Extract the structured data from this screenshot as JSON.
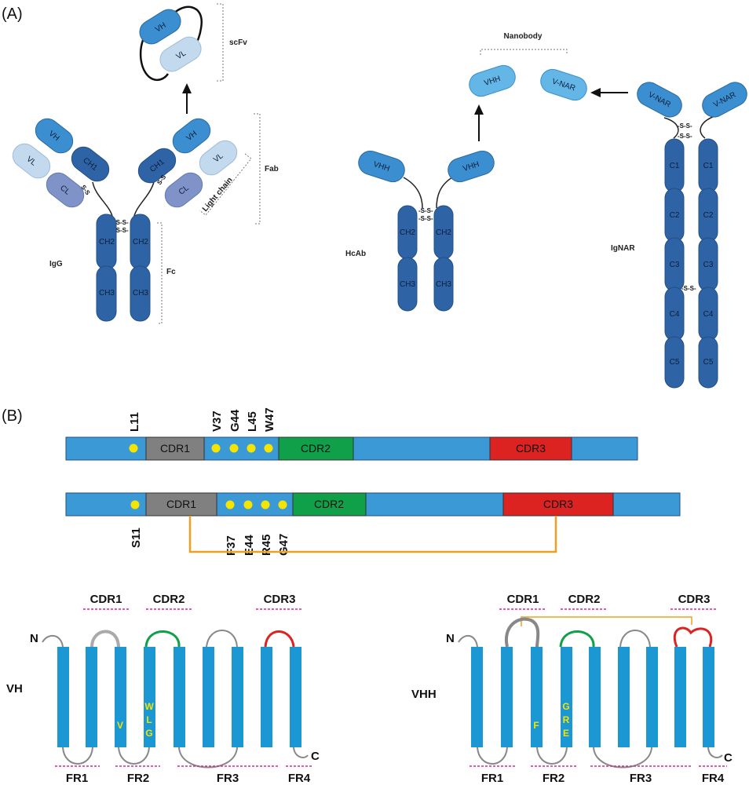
{
  "colors": {
    "domain_dark": "#2e64a6",
    "domain_mid": "#3b8fd0",
    "domain_light": "#63b6e6",
    "light_chain": "#c3d9ee",
    "cl": "#7f93c9",
    "bar_blue": "#3b9ad6",
    "cdr1": "#808080",
    "cdr2": "#10a04a",
    "cdr3": "#dd2222",
    "hallmark_dot": "#f5e400",
    "disulfide_link": "#f0a020",
    "strand": "#1b97d3",
    "pink_dash": "#d6279a"
  },
  "panel_a": {
    "label": "(A)",
    "scfv": {
      "vh": "VH",
      "vl": "VL",
      "bracket_label": "scFv"
    },
    "igg": {
      "name": "IgG",
      "vh": "VH",
      "vl": "VL",
      "ch1": "CH1",
      "cl": "CL",
      "ch2": "CH2",
      "ch3": "CH3",
      "ss": "S-S",
      "ss_hinge": "-S-S-",
      "fab_label": "Fab",
      "light_chain_label": "Light chain",
      "fc_label": "Fc"
    },
    "hcab": {
      "name": "HcAb",
      "vhh": "VHH",
      "ch2": "CH2",
      "ch3": "CH3",
      "ss_hinge": "-S-S-"
    },
    "nanobody": {
      "label": "Nanobody",
      "vhh": "VHH",
      "vnar": "V-NAR"
    },
    "ignar": {
      "name": "IgNAR",
      "vnar": "V-NAR",
      "ss": "-S-S-",
      "constants": [
        "C1",
        "C2",
        "C3",
        "C4",
        "C5"
      ]
    }
  },
  "panel_b": {
    "label": "(B)",
    "vh_bar": {
      "cdr1": "CDR1",
      "cdr2": "CDR2",
      "cdr3": "CDR3",
      "residue_fr1": "L11",
      "residues_fr2": [
        "V37",
        "G44",
        "L45",
        "W47"
      ]
    },
    "vhh_bar": {
      "cdr1": "CDR1",
      "cdr2": "CDR2",
      "cdr3": "CDR3",
      "residue_fr1": "S11",
      "residues_fr2": [
        "F37",
        "E44",
        "R45",
        "G47"
      ]
    },
    "vh_topology": {
      "name": "VH",
      "cdrs": [
        "CDR1",
        "CDR2",
        "CDR3"
      ],
      "frs": [
        "FR1",
        "FR2",
        "FR3",
        "FR4"
      ],
      "n_term": "N",
      "c_term": "C",
      "strand_v": "V",
      "strand_wlg": [
        "W",
        "L",
        "G"
      ]
    },
    "vhh_topology": {
      "name": "VHH",
      "cdrs": [
        "CDR1",
        "CDR2",
        "CDR3"
      ],
      "frs": [
        "FR1",
        "FR2",
        "FR3",
        "FR4"
      ],
      "n_term": "N",
      "c_term": "C",
      "strand_f": "F",
      "strand_gre": [
        "G",
        "R",
        "E"
      ]
    }
  }
}
